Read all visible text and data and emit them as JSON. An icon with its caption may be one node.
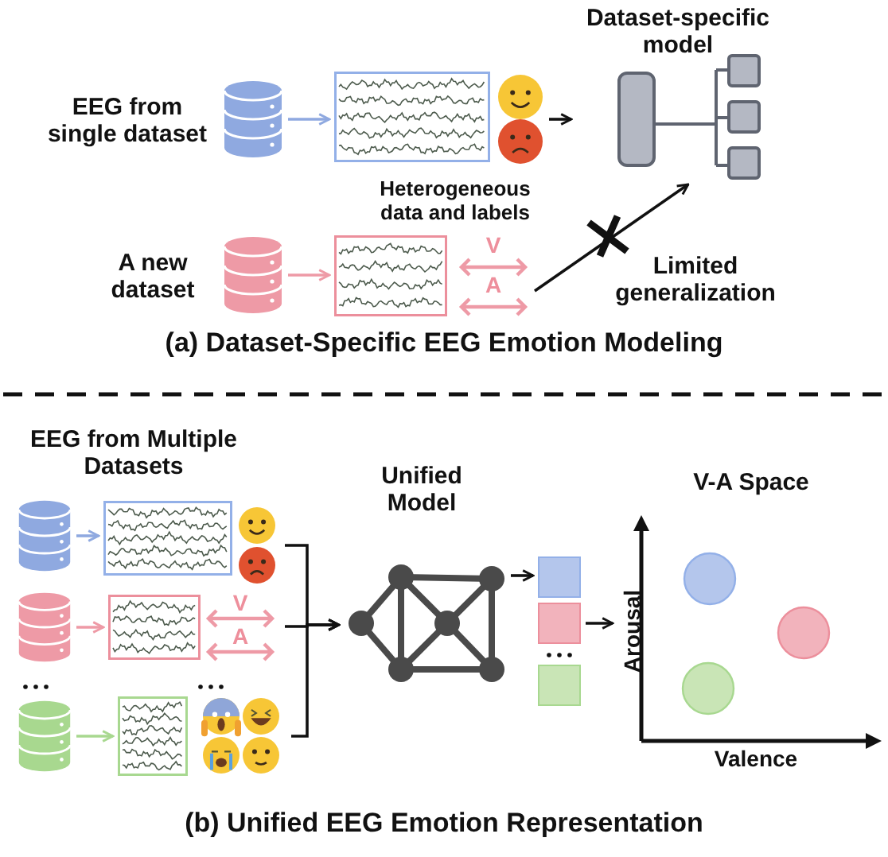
{
  "diagram": {
    "nodes": [
      {
        "text": [],
        "shape": "cylinder",
        "beside": [
          "EEG from single dataset"
        ]
      },
      {
        "text": [],
        "shape": "picture"
      },
      {
        "text": [],
        "shape": "picture"
      },
      {
        "text": [
          "Dataset-specific model"
        ]
      },
      {
        "text": [],
        "shape": "cylinder",
        "beside": [
          "A new dataset"
        ]
      },
      {
        "text": [],
        "shape": "picture"
      },
      {
        "text": [
          "V",
          "A"
        ]
      },
      {
        "text": [],
        "shape": "cylinder"
      },
      {
        "text": [],
        "shape": "picture"
      },
      {
        "text": [],
        "shape": "picture"
      },
      {
        "text": [],
        "shape": "cylinder"
      },
      {
        "text": [],
        "shape": "picture"
      },
      {
        "text": [
          "V",
          "A"
        ]
      },
      {
        "text": [],
        "shape": "cylinder"
      },
      {
        "text": [],
        "shape": "picture"
      },
      {
        "text": [],
        "shape": "picture"
      },
      {
        "text": [
          "Unified Model"
        ]
      },
      {
        "text": [],
        "shape": "box"
      },
      {
        "text": [],
        "shape": "box"
      },
      {
        "text": [],
        "shape": "box"
      },
      {
        "text": [
          "V-A Space"
        ]
      }
    ],
    "edges": [
      {
        "from": 0,
        "to": 1,
        "arrow": "to",
        "color": "#8fa9e0"
      },
      {
        "from": 2,
        "to": 3,
        "arrow": "to"
      },
      {
        "from": 4,
        "to": 5,
        "arrow": "to",
        "color": "#ee9aa6"
      },
      {
        "from": 6,
        "to": 3,
        "arrow": "to"
      },
      {
        "from": 7,
        "to": 8,
        "arrow": "to",
        "color": "#8fa9e0"
      },
      {
        "from": 10,
        "to": 11,
        "arrow": "to",
        "color": "#ee9aa6"
      },
      {
        "from": 13,
        "to": 14,
        "arrow": "to",
        "color": "#a8d88f"
      },
      {
        "from": 9,
        "to": 16,
        "arrow": "to"
      },
      {
        "from": 12,
        "to": 16,
        "arrow": "to"
      },
      {
        "from": 15,
        "to": 16,
        "arrow": "to"
      },
      {
        "from": 16,
        "to": 18,
        "arrow": "to"
      },
      {
        "from": 18,
        "to": 20,
        "arrow": "to"
      }
    ],
    "labels": [
      "Heterogeneous data and labels",
      "Limited generalization",
      "(a) Dataset-Specific EEG Emotion Modeling",
      "EEG from Multiple Datasets",
      "Arousal",
      "Valence",
      "(b) Unified EEG Emotion Representation"
    ]
  }
}
